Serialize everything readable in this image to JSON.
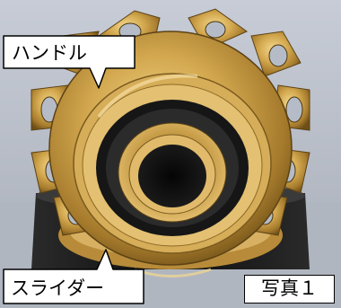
{
  "callouts": {
    "handle_label": "ハンドル",
    "slider_label": "スライダー"
  },
  "caption": {
    "label": "写真１"
  },
  "colors": {
    "brass": "#c9a04a",
    "brass_dark": "#7a5a1f",
    "brass_light": "#f0d488",
    "rubber": "#1a1a1a",
    "background_wall": "#b9bfc9",
    "label_border": "#000000"
  }
}
